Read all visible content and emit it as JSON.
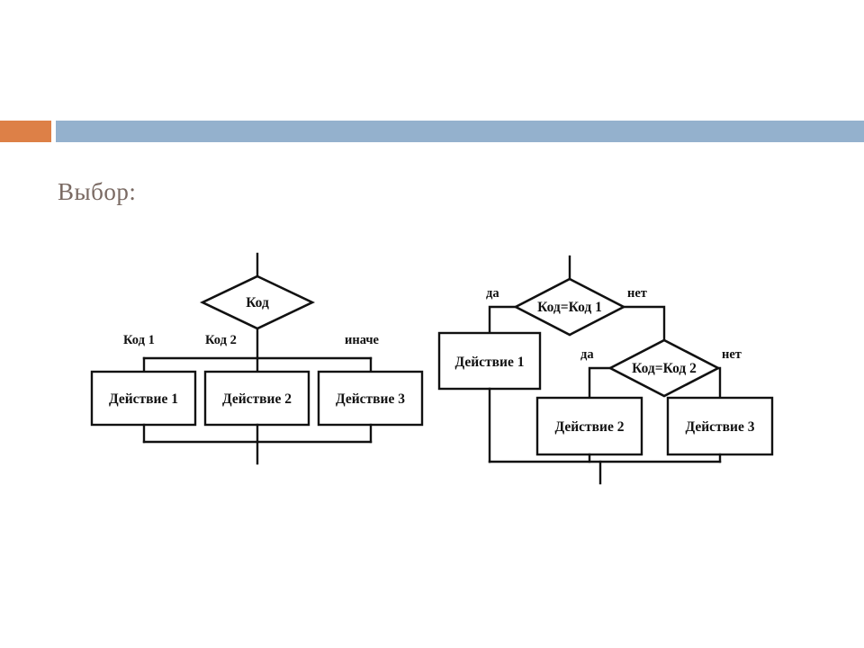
{
  "slide": {
    "title": "Выбор:",
    "background": "#ffffff"
  },
  "header": {
    "accent_bar_color": "#dd8047",
    "main_bar_color": "#94b1cd"
  },
  "theme": {
    "title_color": "#7a6a63",
    "line_color": "#111111",
    "shape_fill": "#ffffff"
  },
  "diagrams": [
    {
      "name": "case-select-diagram",
      "caption": "",
      "decision": {
        "label": "Код"
      },
      "branch_labels": [
        "Код 1",
        "Код 2",
        "иначе"
      ],
      "actions": [
        "Действие 1",
        "Действие 2",
        "Действие 3"
      ]
    },
    {
      "name": "nested-if-diagram",
      "caption": "",
      "decisions": [
        {
          "label": "Код=Код 1",
          "yes": "да",
          "no": "нет"
        },
        {
          "label": "Код=Код 2",
          "yes": "да",
          "no": "нет"
        }
      ],
      "actions": [
        "Действие 1",
        "Действие 2",
        "Действие 3"
      ]
    }
  ]
}
